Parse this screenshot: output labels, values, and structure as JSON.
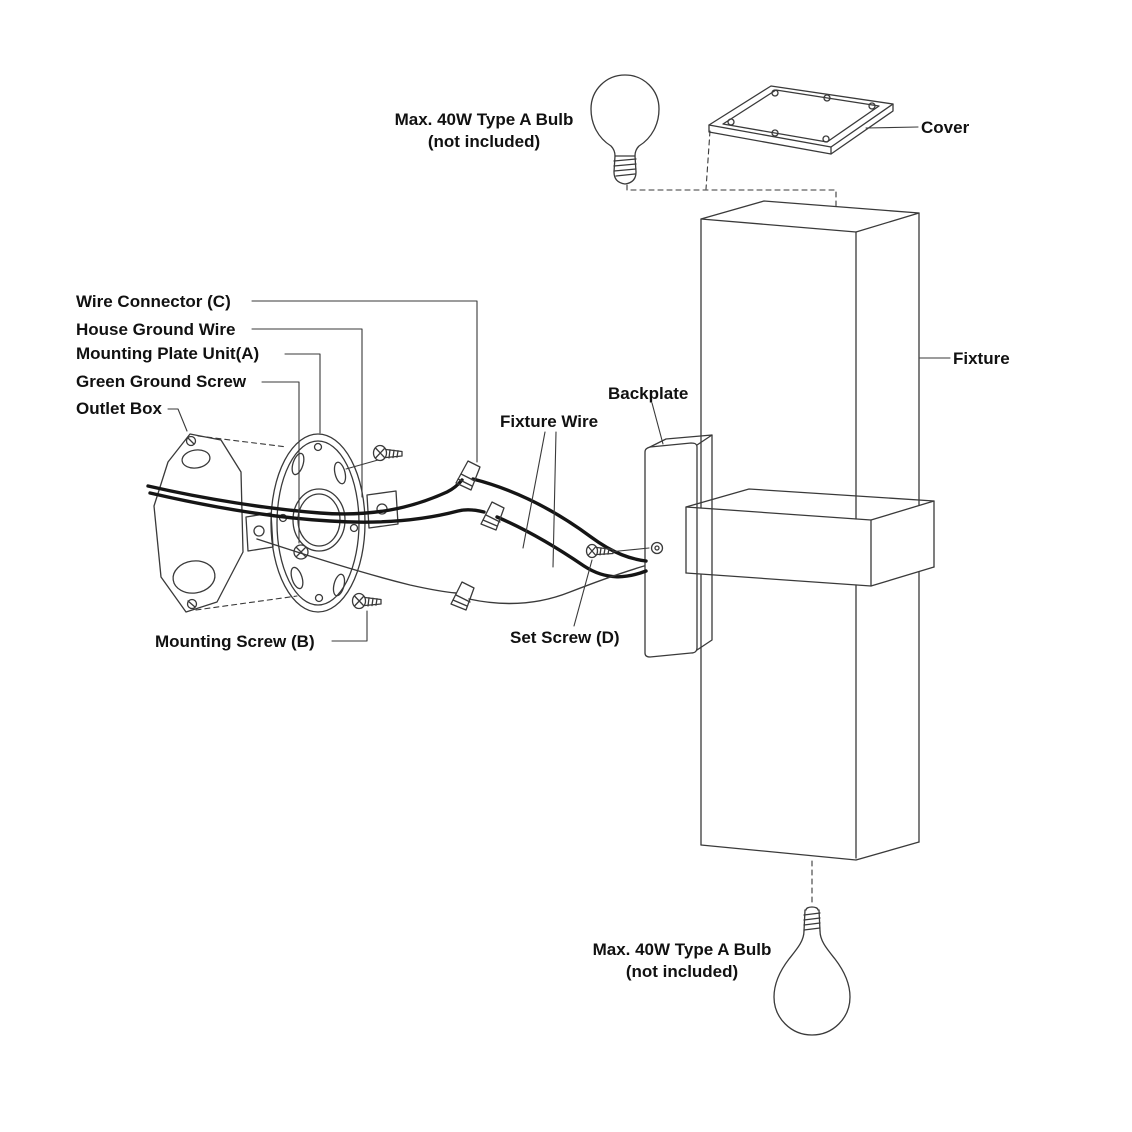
{
  "labels": {
    "bulb_top_line1": "Max. 40W Type A Bulb",
    "bulb_top_line2": "(not included)",
    "cover": "Cover",
    "fixture": "Fixture",
    "backplate": "Backplate",
    "fixture_wire": "Fixture Wire",
    "wire_connector": "Wire Connector (C)",
    "house_ground_wire": "House Ground Wire",
    "mounting_plate_unit": "Mounting Plate Unit(A)",
    "green_ground_screw": "Green Ground Screw",
    "outlet_box": "Outlet Box",
    "mounting_screw": "Mounting Screw (B)",
    "set_screw": "Set Screw (D)",
    "bulb_bottom_line1": "Max. 40W Type A Bulb",
    "bulb_bottom_line2": "(not included)"
  },
  "colors": {
    "line": "#3a3a3a",
    "wire": "#151515",
    "text": "#111111",
    "background": "#ffffff"
  }
}
